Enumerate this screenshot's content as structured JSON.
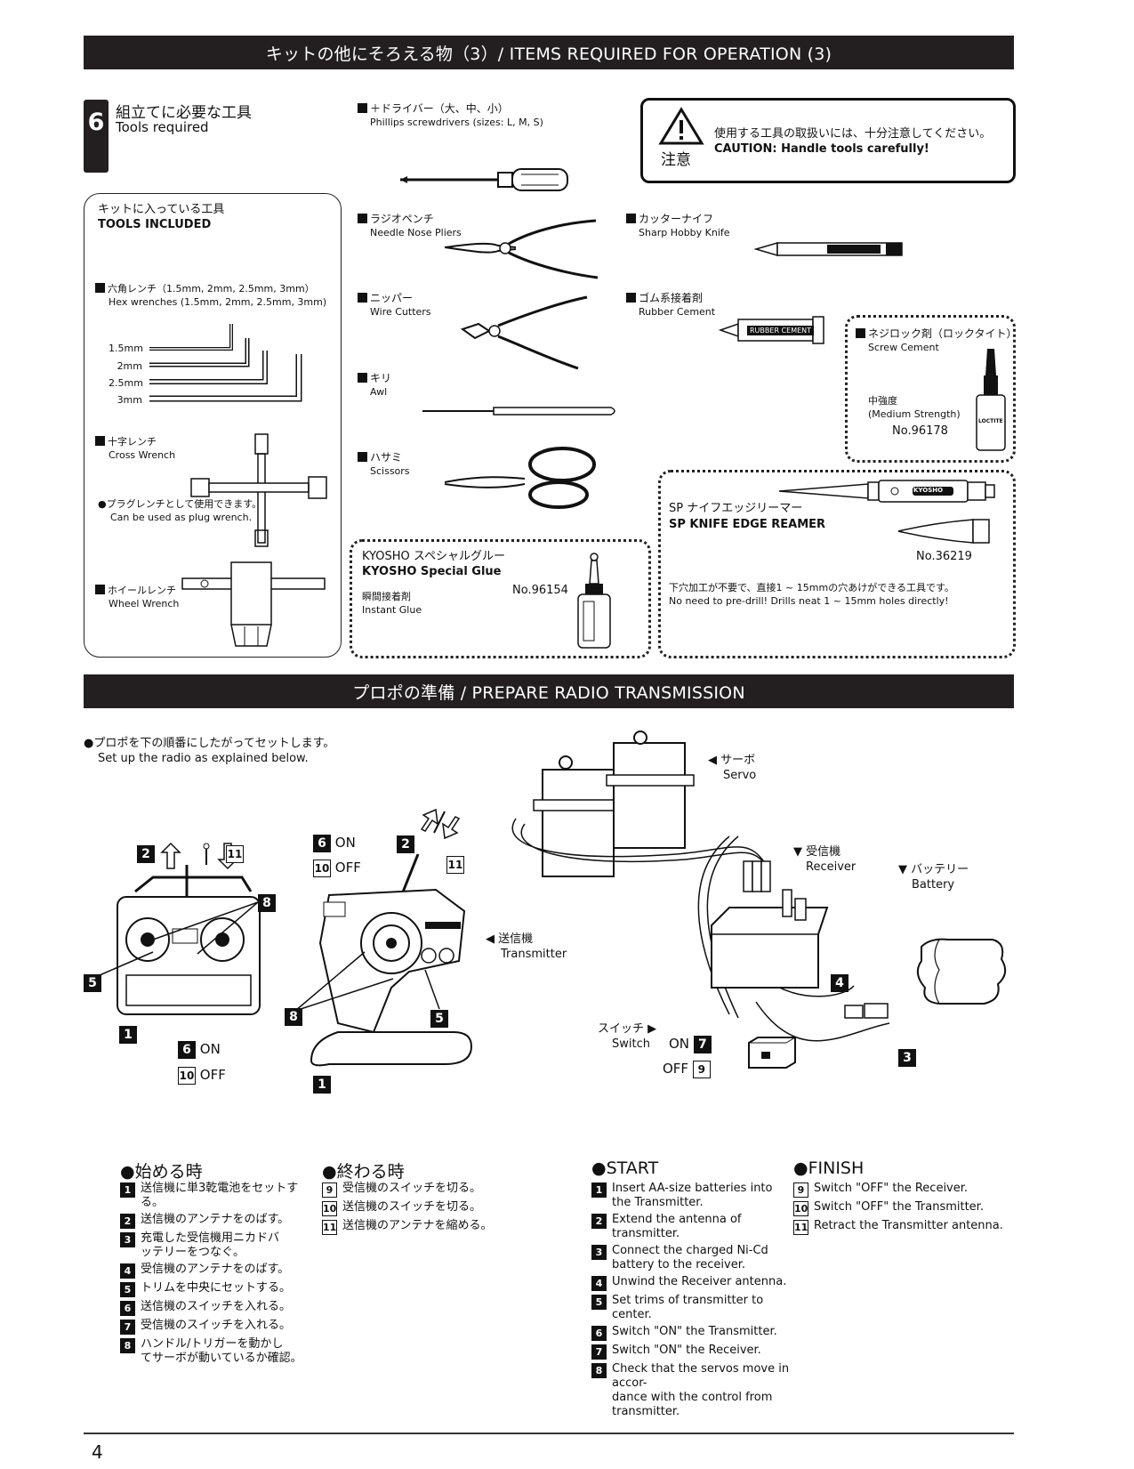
{
  "header_ops": "キットの他にそろえる物（3）/ ITEMS REQUIRED FOR OPERATION (3)",
  "section6": {
    "number": "6",
    "jp": "組立てに必要な工具",
    "en": "Tools required"
  },
  "caution": {
    "mark": "注意",
    "jp": "使用する工具の取扱いには、十分注意してください。",
    "en": "CAUTION: Handle tools carefully!"
  },
  "included": {
    "jp": "キットに入っている工具",
    "en": "TOOLS INCLUDED",
    "hex_jp": "六角レンチ（1.5mm, 2mm, 2.5mm, 3mm）",
    "hex_en": "Hex wrenches (1.5mm, 2mm, 2.5mm, 3mm)",
    "sizes": [
      "1.5mm",
      "2mm",
      "2.5mm",
      "3mm"
    ],
    "cross_jp": "十字レンチ",
    "cross_en": "Cross Wrench",
    "plug_jp": "●プラグレンチとして使用できます。",
    "plug_en": "Can be used as plug wrench.",
    "wheel_jp": "ホイールレンチ",
    "wheel_en": "Wheel Wrench"
  },
  "tools": {
    "driver_jp": "＋ドライバー（大、中、小）",
    "driver_en": "Phillips screwdrivers (sizes: L, M, S)",
    "pliers_jp": "ラジオペンチ",
    "pliers_en": "Needle Nose Pliers",
    "cutter_jp": "ニッパー",
    "cutter_en": "Wire Cutters",
    "awl_jp": "キリ",
    "awl_en": "Awl",
    "scissors_jp": "ハサミ",
    "scissors_en": "Scissors",
    "knife_jp": "カッターナイフ",
    "knife_en": "Sharp Hobby Knife",
    "rubber_jp": "ゴム系接着剤",
    "rubber_en": "Rubber Cement",
    "rubber_tube": "RUBBER CEMENT",
    "screw_jp": "ネジロック剤（ロックタイト）",
    "screw_en": "Screw Cement",
    "screw_strength_jp": "中強度",
    "screw_strength_en": "(Medium Strength)",
    "screw_no": "No.96178",
    "loctite": "LOCTITE",
    "reamer_jp": "SP ナイフエッジリーマー",
    "reamer_en": "SP KNIFE EDGE REAMER",
    "reamer_no": "No.36219",
    "reamer_desc_jp": "下穴加工が不要で、直接1 ~ 15mmの穴あけができる工具です。",
    "reamer_desc_en": "No need to pre-drill!  Drills neat 1 ~ 15mm holes directly!",
    "reamer_brand": "KYOSHO",
    "glue_jp": "KYOSHO スペシャルグルー",
    "glue_en": "KYOSHO Special Glue",
    "glue_no": "No.96154",
    "glue_type_jp": "瞬間接着剤",
    "glue_type_en": "Instant Glue"
  },
  "header_radio": "プロポの準備 / PREPARE RADIO TRANSMISSION",
  "radio": {
    "intro_jp": "●プロポを下の順番にしたがってセットします。",
    "intro_en": "Set up the radio as explained below.",
    "servo_jp": "◀ サーボ",
    "servo_en": "Servo",
    "receiver_jp": "▼ 受信機",
    "receiver_en": "Receiver",
    "battery_jp": "▼ バッテリー",
    "battery_en": "Battery",
    "transmitter_jp": "◀ 送信機",
    "transmitter_en": "Transmitter",
    "switch_jp": "スイッチ ▶",
    "switch_en": "Switch",
    "on": "ON",
    "off": "OFF"
  },
  "start_jp": {
    "title": "●始める時",
    "steps": [
      {
        "n": "1",
        "t": "送信機に単3乾電池をセットする。"
      },
      {
        "n": "2",
        "t": "送信機のアンテナをのばす。"
      },
      {
        "n": "3",
        "t": "充電した受信機用ニカドバ\nッテリーをつなぐ。"
      },
      {
        "n": "4",
        "t": "受信機のアンテナをのばす。"
      },
      {
        "n": "5",
        "t": "トリムを中央にセットする。"
      },
      {
        "n": "6",
        "t": "送信機のスイッチを入れる。"
      },
      {
        "n": "7",
        "t": "受信機のスイッチを入れる。"
      },
      {
        "n": "8",
        "t": "ハンドル/トリガーを動かし\nてサーボが動いているか確認。"
      }
    ]
  },
  "finish_jp": {
    "title": "●終わる時",
    "steps": [
      {
        "n": "9",
        "t": "受信機のスイッチを切る。"
      },
      {
        "n": "10",
        "t": "送信機のスイッチを切る。"
      },
      {
        "n": "11",
        "t": "送信機のアンテナを縮める。"
      }
    ]
  },
  "start_en": {
    "title": "●START",
    "steps": [
      {
        "n": "1",
        "t": "Insert AA-size batteries into\nthe Transmitter."
      },
      {
        "n": "2",
        "t": "Extend the antenna of transmitter."
      },
      {
        "n": "3",
        "t": "Connect the charged Ni-Cd\nbattery to the receiver."
      },
      {
        "n": "4",
        "t": "Unwind the Receiver antenna."
      },
      {
        "n": "5",
        "t": "Set trims of transmitter to center."
      },
      {
        "n": "6",
        "t": "Switch \"ON\" the Transmitter."
      },
      {
        "n": "7",
        "t": "Switch \"ON\" the Receiver."
      },
      {
        "n": "8",
        "t": "Check that the servos move in accor-\ndance with the control from transmitter."
      }
    ]
  },
  "finish_en": {
    "title": "●FINISH",
    "steps": [
      {
        "n": "9",
        "t": "Switch \"OFF\" the Receiver."
      },
      {
        "n": "10",
        "t": "Switch \"OFF\" the Transmitter."
      },
      {
        "n": "11",
        "t": "Retract the Transmitter antenna."
      }
    ]
  },
  "page_number": "4"
}
